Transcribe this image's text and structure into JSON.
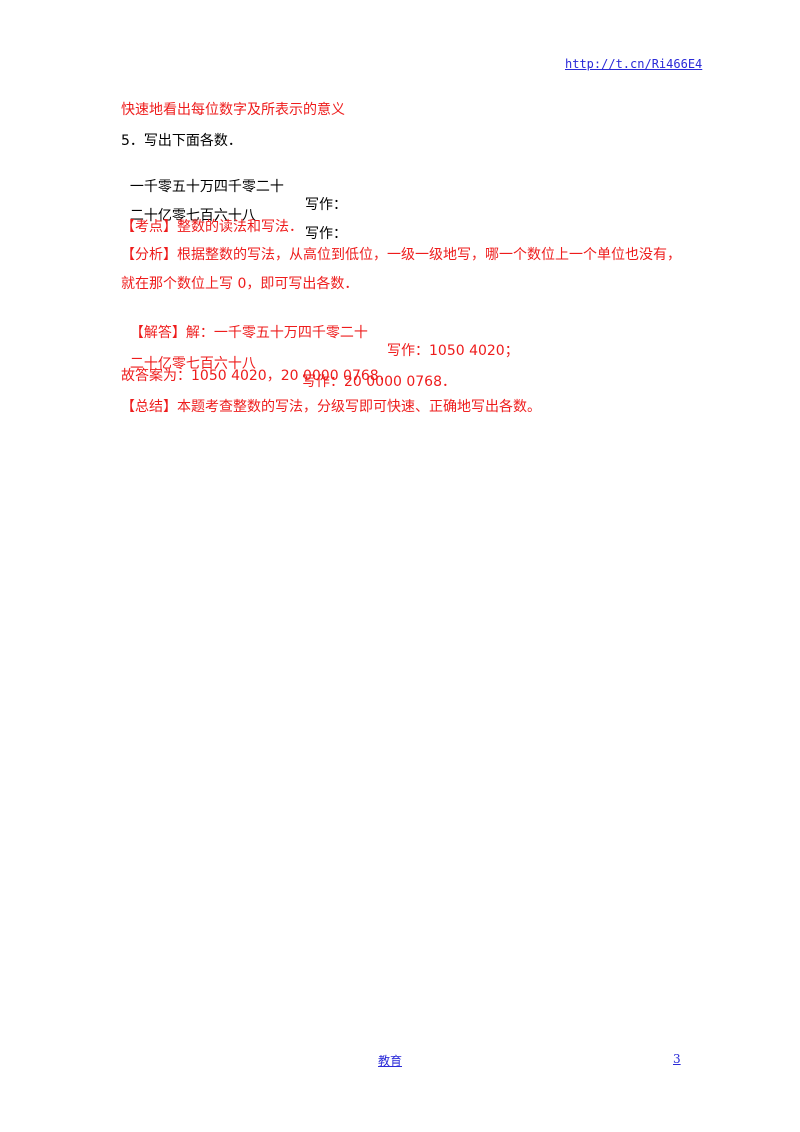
{
  "header": {
    "link": "http://t.cn/Ri466E4"
  },
  "content": {
    "line0": "快速地看出每位数字及所表示的意义",
    "q5_title": "5．写出下面各数．",
    "q5_item1_cn": "一千零五十万四千零二十",
    "q5_item1_label": "写作：",
    "q5_item2_cn": "二十亿零七百六十八",
    "q5_item2_label": "写作：",
    "kaodian": "【考点】整数的读法和写法．",
    "fenxi_1": "【分析】根据整数的写法，从高位到低位，一级一级地写，哪一个数位上一个单位也没有，",
    "fenxi_2": "就在那个数位上写 0，即可写出各数．",
    "jieda_1a": "【解答】解：一千零五十万四千零二十",
    "jieda_1b": "写作：1050 4020；",
    "jieda_2a": "二十亿零七百六十八",
    "jieda_2b": "写作：20 0000 0768．",
    "answer": "故答案为：1050 4020，20 0000 0768．",
    "zongjie": "【总结】本题考查整数的写法，分级写即可快速、正确地写出各数。"
  },
  "footer": {
    "center": "教育",
    "page_number": "3"
  },
  "colors": {
    "red": "#ee1c1c",
    "link_blue": "#2a2ad8"
  }
}
